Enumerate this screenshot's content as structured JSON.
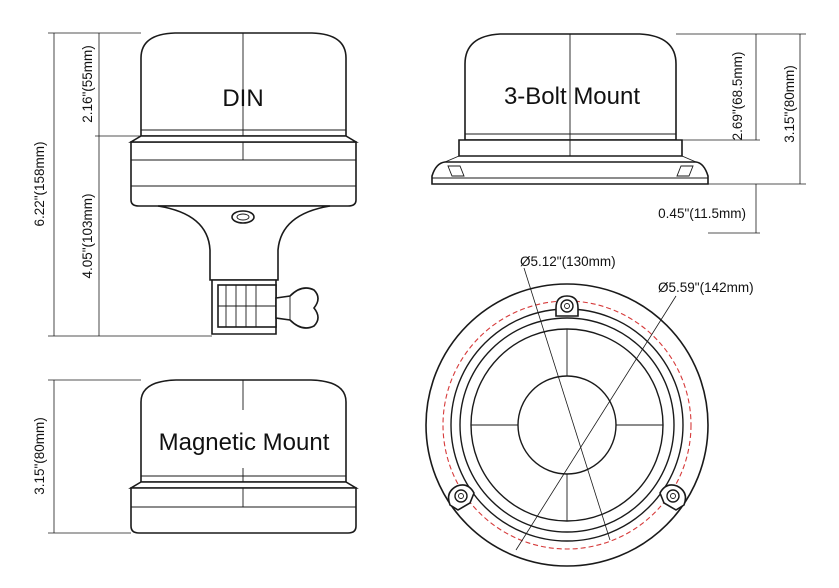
{
  "labels": {
    "din": "DIN",
    "bolt": "3-Bolt Mount",
    "magnetic": "Magnetic Mount"
  },
  "dimensions": {
    "din_total": "6.22\"(158mm)",
    "din_lens": "2.16\"(55mm)",
    "din_base": "4.05\"(103mm)",
    "bolt_lens": "2.69\"(68.5mm)",
    "bolt_total": "3.15\"(80mm)",
    "bolt_flange": "0.45\"(11.5mm)",
    "dia_inner": "Ø5.12\"(130mm)",
    "dia_outer": "Ø5.59\"(142mm)",
    "mag_total": "3.15\"(80mm)"
  },
  "colors": {
    "line": "#1a1a1a",
    "bolt_circle": "#d63a3a"
  }
}
